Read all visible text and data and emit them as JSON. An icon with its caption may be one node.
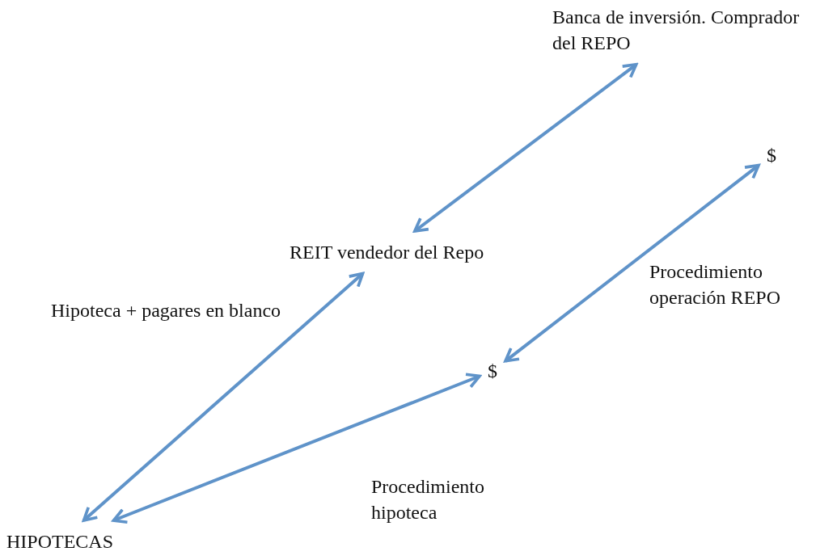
{
  "diagram": {
    "nodes": [
      {
        "text": [
          "Banca de inversión. Comprador del REPO"
        ]
      },
      {
        "text": [
          "$"
        ]
      },
      {
        "text": [
          "REIT vendedor del Repo"
        ]
      },
      {
        "text": [
          "$"
        ]
      },
      {
        "text": [
          "HIPOTECAS"
        ]
      }
    ],
    "edges": [
      {
        "from": 0,
        "to": 2,
        "arrow": "both"
      },
      {
        "from": 1,
        "to": 3,
        "arrow": "both"
      },
      {
        "from": 2,
        "to": 4,
        "arrow": "both"
      },
      {
        "from": 3,
        "to": 4,
        "arrow": "both"
      }
    ],
    "labels": [
      "Hipoteca + pagares en blanco",
      "Procedimiento operación REPO",
      "Procedimiento hipoteca"
    ]
  }
}
